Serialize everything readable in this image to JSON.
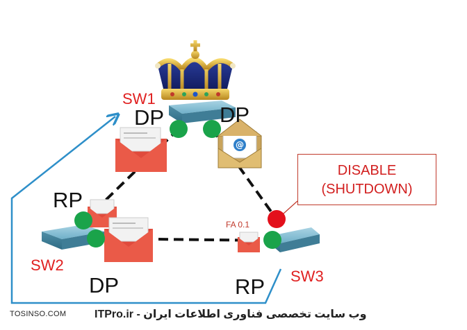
{
  "labels": {
    "sw1": "SW1",
    "sw2": "SW2",
    "sw3": "SW3",
    "dp_sw1_left": "DP",
    "dp_sw1_right": "DP",
    "rp_sw2": "RP",
    "dp_sw2": "DP",
    "rp_sw3": "RP",
    "port_sw3": "FA 0.1"
  },
  "callout": {
    "line1": "DISABLE",
    "line2": "(SHUTDOWN)"
  },
  "footer": {
    "left": "TOSINSO.COM",
    "right": "ITPro.ir - وب سایت تخصصی فناوری اطلاعات ایران"
  },
  "colors": {
    "forwarding_port": "#1aa34a",
    "blocked_port": "#e3101b",
    "switch_body": "#5b9bb5",
    "arrow": "#2e8fc9",
    "label_red": "#e02020"
  },
  "icons": [
    "crown-icon",
    "switch-icon",
    "mail-envelope-icon",
    "email-at-envelope-icon"
  ]
}
